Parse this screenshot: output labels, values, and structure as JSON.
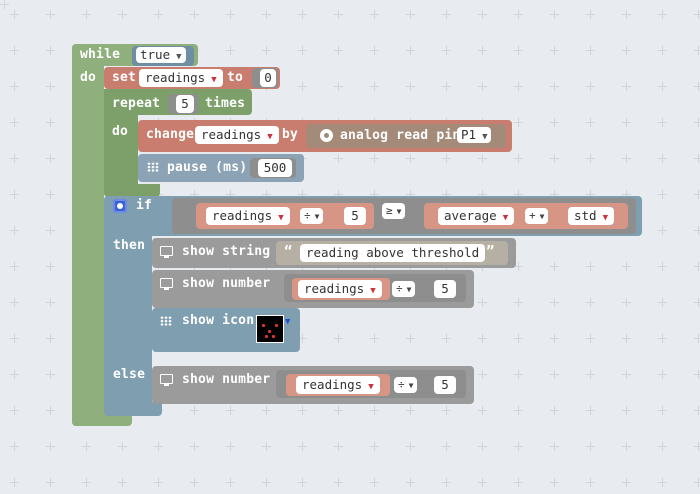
{
  "program": {
    "while_label": "while",
    "while_condition": "true",
    "do_label": "do",
    "set_block": {
      "label": "set",
      "variable": "readings",
      "to_label": "to",
      "value": "0"
    },
    "repeat_block": {
      "label": "repeat",
      "count": "5",
      "times_label": "times",
      "do_label": "do"
    },
    "change_block": {
      "label": "change",
      "variable": "readings",
      "by_label": "by",
      "analog_label": "analog read pin",
      "pin": "P1"
    },
    "pause_block": {
      "label": "pause (ms)",
      "value": "500"
    },
    "if_block": {
      "if_label": "if",
      "left_var": "readings",
      "left_op": "÷",
      "left_num": "5",
      "compare_op": "≥",
      "right_var": "average",
      "right_op": "+",
      "right_var2": "std",
      "then_label": "then",
      "else_label": "else"
    },
    "show_string": {
      "label": "show string",
      "open_quote": "“",
      "text": "reading above threshold",
      "close_quote": "”"
    },
    "show_number_then": {
      "label": "show number",
      "variable": "readings",
      "op": "÷",
      "num": "5"
    },
    "show_icon": {
      "label": "show icon"
    },
    "show_number_else": {
      "label": "show number",
      "variable": "readings",
      "op": "÷",
      "num": "5"
    }
  },
  "colors": {
    "workspace": "#e8ebef",
    "loops": "#8fb07c",
    "variables": "#c97d6e",
    "logic": "#7f9fb0",
    "basic": "#8ba3b4",
    "math": "#8e8e8e",
    "pins": "#a48a78"
  },
  "icons": [
    "gear-icon",
    "monitor-icon",
    "led-grid-icon",
    "pin-circle-icon",
    "dropdown-arrow-icon"
  ]
}
